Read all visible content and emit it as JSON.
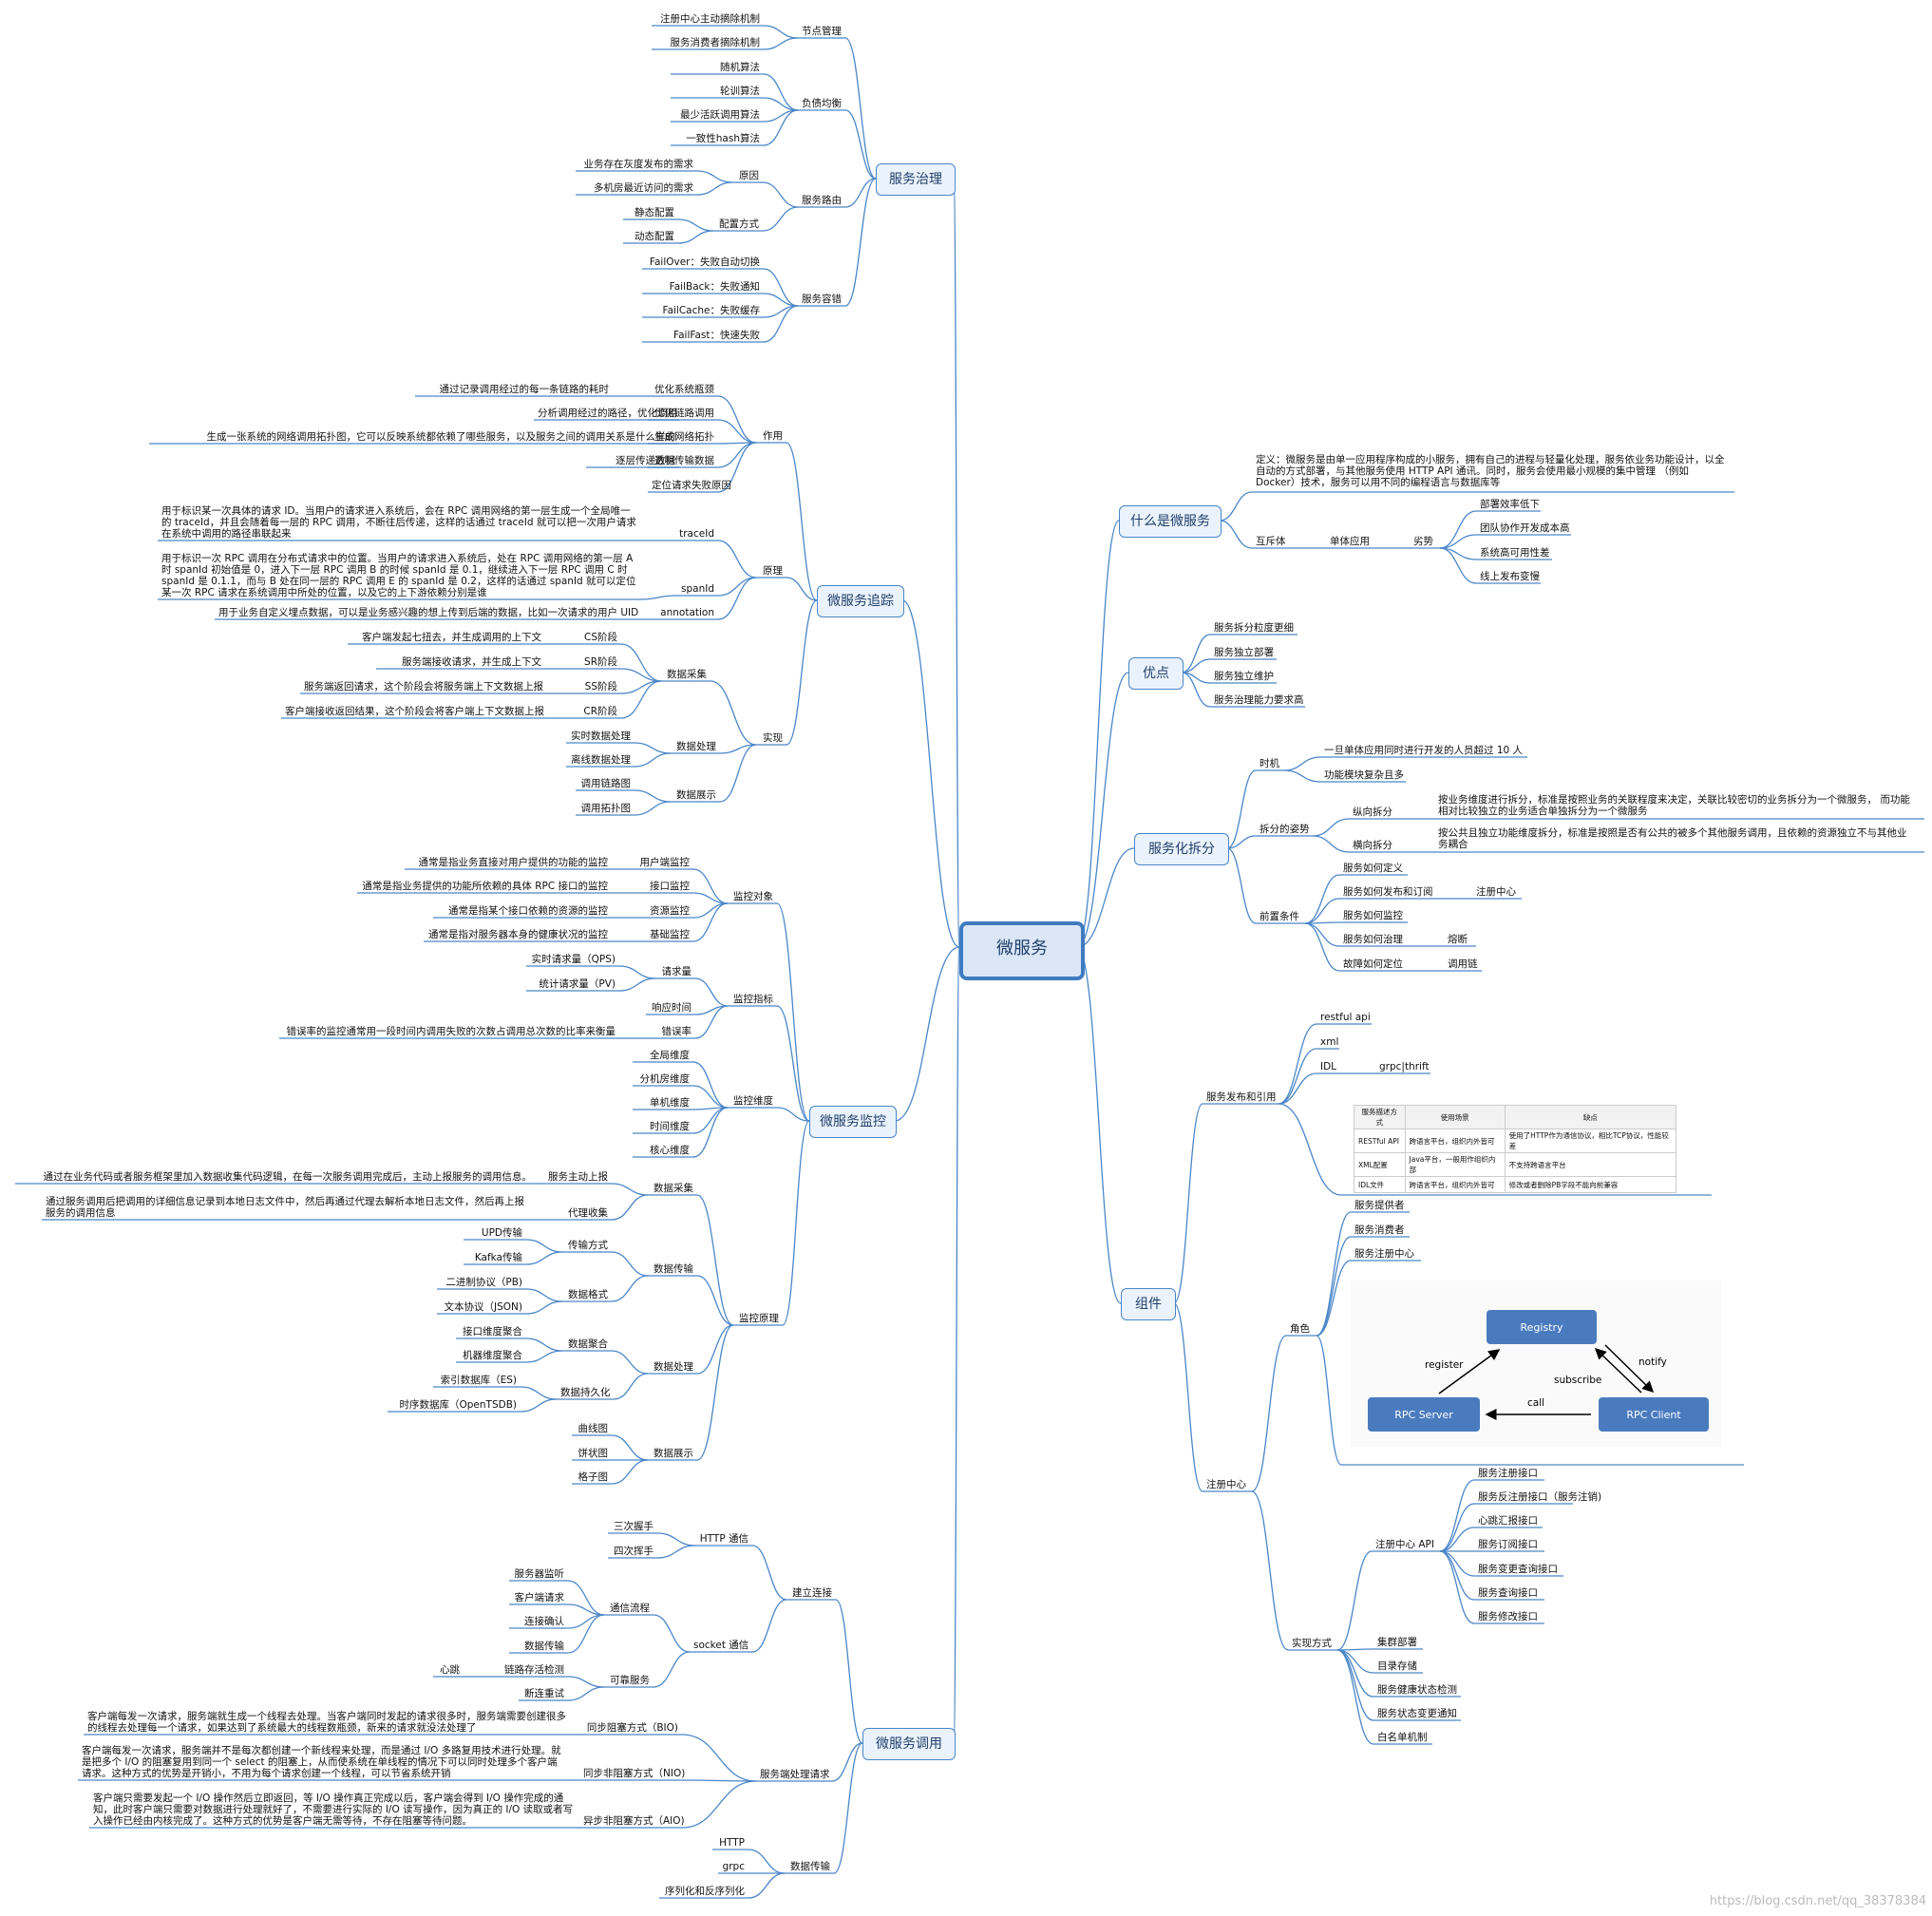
{
  "root": "微服务",
  "branches": {
    "governance": {
      "title": "服务治理",
      "node_mgmt": "节点管理",
      "node_mgmt_items": [
        "注册中心主动摘除机制",
        "服务消费者摘除机制"
      ],
      "lb": "负债均衡",
      "lb_items": [
        "随机算法",
        "轮训算法",
        "最少活跃调用算法",
        "一致性hash算法"
      ],
      "routing": "服务路由",
      "reason": "原因",
      "reason_items": [
        "业务存在灰度发布的需求",
        "多机房最近访问的需求"
      ],
      "config": "配置方式",
      "config_items": [
        "静态配置",
        "动态配置"
      ],
      "fault": "服务容错",
      "fault_items": [
        "FailOver：失败自动切换",
        "FailBack：失败通知",
        "FailCache：失败缓存",
        "FailFast：快速失败"
      ]
    },
    "tracing": {
      "title": "微服务追踪",
      "role": "作用",
      "role_items": [
        {
          "k": "优化系统瓶颈",
          "v": "通过记录调用经过的每一条链路的耗时"
        },
        {
          "k": "优化链路调用",
          "v": "分析调用经过的路径，优化调用"
        },
        {
          "k": "生成网络拓扑",
          "v": "生成一张系统的网络调用拓扑图，它可以反映系统都依赖了哪些服务，以及服务之间的调用关系是什么样的"
        },
        {
          "k": "透明传输数据",
          "v": "逐层传递数据"
        },
        {
          "k": "定位请求失败原因",
          "v": ""
        }
      ],
      "principle": "原理",
      "principle_items": [
        {
          "k": "traceId",
          "v": "用于标识某一次具体的请求 ID。当用户的请求进入系统后，会在 RPC 调用网络的第一层生成一个全局唯一的 traceId，并且会随着每一层的 RPC 调用，不断往后传递，这样的话通过 traceId 就可以把一次用户请求在系统中调用的路径串联起来"
        },
        {
          "k": "spanId",
          "v": "用于标识一次 RPC 调用在分布式请求中的位置。当用户的请求进入系统后，处在 RPC 调用网络的第一层 A 时 spanId 初始值是 0，进入下一层 RPC 调用 B 的时候 spanId 是 0.1，继续进入下一层 RPC 调用 C 时 spanId 是 0.1.1，而与 B 处在同一层的 RPC 调用 E 的 spanId 是 0.2，这样的话通过 spanId 就可以定位某一次 RPC 请求在系统调用中所处的位置，以及它的上下游依赖分别是谁"
        },
        {
          "k": "annotation",
          "v": "用于业务自定义埋点数据，可以是业务感兴趣的想上传到后端的数据，比如一次请求的用户 UID"
        }
      ],
      "impl": "实现",
      "collect": "数据采集",
      "collect_items": [
        {
          "k": "CS阶段",
          "v": "客户端发起七扭去，并生成调用的上下文"
        },
        {
          "k": "SR阶段",
          "v": "服务端接收请求，并生成上下文"
        },
        {
          "k": "SS阶段",
          "v": "服务端返回请求，这个阶段会将服务端上下文数据上报"
        },
        {
          "k": "CR阶段",
          "v": "客户端接收返回结果，这个阶段会将客户端上下文数据上报"
        }
      ],
      "process": "数据处理",
      "process_items": [
        "实时数据处理",
        "离线数据处理"
      ],
      "display": "数据展示",
      "display_items": [
        "调用链路图",
        "调用拓扑图"
      ]
    },
    "monitor": {
      "title": "微服务监控",
      "objects": "监控对象",
      "objects_items": [
        {
          "k": "用户端监控",
          "v": "通常是指业务直接对用户提供的功能的监控"
        },
        {
          "k": "接口监控",
          "v": "通常是指业务提供的功能所依赖的具体 RPC 接口的监控"
        },
        {
          "k": "资源监控",
          "v": "通常是指某个接口依赖的资源的监控"
        },
        {
          "k": "基础监控",
          "v": "通常是指对服务器本身的健康状况的监控"
        }
      ],
      "metrics": "监控指标",
      "req": "请求量",
      "req_items": [
        "实时请求量（QPS)",
        "统计请求量（PV)"
      ],
      "rt": "响应时间",
      "err": "错误率",
      "err_desc": "错误率的监控通常用一段时间内调用失败的次数占调用总次数的比率来衡量",
      "dims": "监控维度",
      "dims_items": [
        "全局维度",
        "分机房维度",
        "单机维度",
        "时间维度",
        "核心维度"
      ],
      "principle": "监控原理",
      "collect": "数据采集",
      "collect_items": [
        {
          "k": "服务主动上报",
          "v": "通过在业务代码或者服务框架里加入数据收集代码逻辑，在每一次服务调用完成后，主动上报服务的调用信息。"
        },
        {
          "k": "代理收集",
          "v": "通过服务调用后把调用的详细信息记录到本地日志文件中，然后再通过代理去解析本地日志文件，然后再上报服务的调用信息"
        }
      ],
      "transfer": "数据传输",
      "method": "传输方式",
      "method_items": [
        "UPD传输",
        "Kafka传输"
      ],
      "format": "数据格式",
      "format_items": [
        "二进制协议（PB)",
        "文本协议（JSON)"
      ],
      "dproc": "数据处理",
      "agg": "数据聚合",
      "agg_items": [
        "接口维度聚合",
        "机器维度聚合"
      ],
      "persist": "数据持久化",
      "persist_items": [
        "索引数据库（ES)",
        "时序数据库（OpenTSDB)"
      ],
      "show": "数据展示",
      "show_items": [
        "曲线图",
        "饼状图",
        "格子图"
      ]
    },
    "invoke": {
      "title": "微服务调用",
      "conn": "建立连接",
      "http": "HTTP 通信",
      "http_items": [
        "三次握手",
        "四次挥手"
      ],
      "socket": "socket 通信",
      "flow": "通信流程",
      "flow_items": [
        "服务器监听",
        "客户端请求",
        "连接确认",
        "数据传输"
      ],
      "reliable": "可靠服务",
      "link": "链路存活检测",
      "heartbeat": "心跳",
      "reconnect": "断连重试",
      "server": "服务端处理请求",
      "server_items": [
        {
          "k": "同步阻塞方式（BIO)",
          "v": "客户端每发一次请求，服务端就生成一个线程去处理。当客户端同时发起的请求很多时，服务端需要创建很多的线程去处理每一个请求，如果达到了系统最大的线程数瓶颈，新来的请求就没法处理了"
        },
        {
          "k": "同步非阻塞方式（NIO)",
          "v": "客户端每发一次请求，服务端并不是每次都创建一个新线程来处理，而是通过 I/O 多路复用技术进行处理。就是把多个 I/O 的阻塞复用到同一个 select 的阻塞上，从而使系统在单线程的情况下可以同时处理多个客户端请求。这种方式的优势是开销小，不用为每个请求创建一个线程，可以节省系统开销"
        },
        {
          "k": "异步非阻塞方式（AIO)",
          "v": "客户端只需要发起一个 I/O 操作然后立即返回，等 I/O 操作真正完成以后，客户端会得到 I/O 操作完成的通知，此时客户端只需要对数据进行处理就好了，不需要进行实际的 I/O 读写操作，因为真正的 I/O 读取或者写入操作已经由内核完成了。这种方式的优势是客户端无需等待，不存在阻塞等待问题。"
        }
      ],
      "transfer": "数据传输",
      "transfer_items": [
        "HTTP",
        "grpc",
        "序列化和反序列化"
      ]
    },
    "what": {
      "title": "什么是微服务",
      "definition": "定义：微服务是由单一应用程序构成的小服务，拥有自己的进程与轻量化处理，服务依业务功能设计，以全自动的方式部署，与其他服务使用 HTTP API 通讯。同时，服务会使用最小规模的集中管理 （例如 Docker）技术，服务可以用不同的编程语言与数据库等",
      "opposite": "互斥体",
      "mono": "单体应用",
      "weakness": "劣势",
      "weakness_items": [
        "部署效率低下",
        "团队协作开发成本高",
        "系统高可用性差",
        "线上发布变慢"
      ]
    },
    "advantage": {
      "title": "优点",
      "items": [
        "服务拆分粒度更细",
        "服务独立部署",
        "服务独立维护",
        "服务治理能力要求高"
      ]
    },
    "split": {
      "title": "服务化拆分",
      "timing": "时机",
      "timing_items": [
        "一旦单体应用同时进行开发的人员超过 10 人",
        "功能模块复杂且多"
      ],
      "posture": "拆分的姿势",
      "vertical": "纵向拆分",
      "vertical_desc": "按业务维度进行拆分，标准是按照业务的关联程度来决定，关联比较密切的业务拆分为一个微服务， 而功能相对比较独立的业务适合单独拆分为一个微服务",
      "horizontal": "横向拆分",
      "horizontal_desc": "按公共且独立功能维度拆分，标准是按照是否有公共的被多个其他服务调用，且依赖的资源独立不与其他业务耦合",
      "precond": "前置条件",
      "precond_items": [
        {
          "k": "服务如何定义",
          "v": ""
        },
        {
          "k": "服务如何发布和订阅",
          "v": "注册中心"
        },
        {
          "k": "服务如何监控",
          "v": ""
        },
        {
          "k": "服务如何治理",
          "v": "熔断"
        },
        {
          "k": "故障如何定位",
          "v": "调用链"
        }
      ]
    },
    "components": {
      "title": "组件",
      "publish": "服务发布和引用",
      "publish_items": [
        "restful api",
        "xml",
        "IDL"
      ],
      "idl_child": "grpc|thrift",
      "table_header": [
        "服务描述方式",
        "使用场景",
        "缺点"
      ],
      "table_rows": [
        [
          "RESTful API",
          "跨语言平台，组织内外皆可",
          "使用了HTTP作为通信协议，相比TCP协议，性能较差"
        ],
        [
          "XML配置",
          "Java平台，一般用作组织内部",
          "不支持跨语言平台"
        ],
        [
          "IDL文件",
          "跨语言平台，组织内外皆可",
          "修改或者删除PB字段不能向前兼容"
        ]
      ],
      "registry": "注册中心",
      "roles": "角色",
      "roles_items": [
        "服务提供者",
        "服务消费者",
        "服务注册中心"
      ],
      "diagram": {
        "registry": "Registry",
        "server": "RPC Server",
        "client": "RPC Client",
        "register": "register",
        "notify": "notify",
        "subscribe": "subscribe",
        "call": "call"
      },
      "impl": "实现方式",
      "api": "注册中心 API",
      "api_items": [
        "服务注册接口",
        "服务反注册接口（服务注销)",
        "心跳汇报接口",
        "服务订阅接口",
        "服务变更查询接口",
        "服务查询接口",
        "服务修改接口"
      ],
      "impl_items": [
        "集群部署",
        "目录存储",
        "服务健康状态检测",
        "服务状态变更通知",
        "白名单机制"
      ]
    }
  },
  "watermark": "https://blog.csdn.net/qq_38378384",
  "colors": {
    "line": "#4a86c8",
    "box_fill": "#eaf2fb",
    "diagram_box": "#4a7bbf"
  }
}
